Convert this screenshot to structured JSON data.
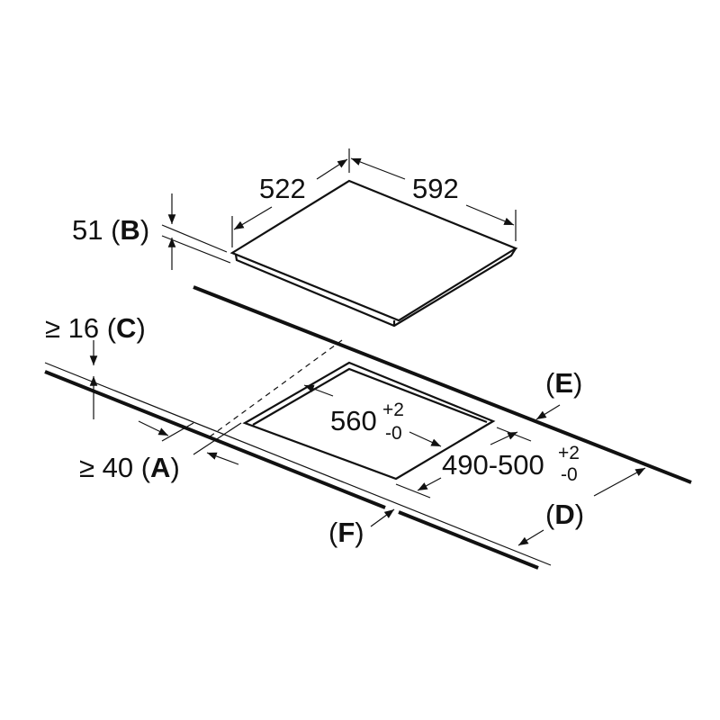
{
  "dimensions": {
    "hob_depth": "522",
    "hob_width": "592",
    "hob_height": "51",
    "label_b": "B",
    "min_worktop_thickness": "≥ 16",
    "label_c": "C",
    "min_front_distance": "≥ 40",
    "label_a": "A",
    "cutout_width": "560",
    "cutout_width_tol_plus": "+2",
    "cutout_width_tol_minus": "-0",
    "cutout_depth": "490-500",
    "cutout_depth_tol_plus": "+2",
    "cutout_depth_tol_minus": "-0",
    "label_e": "E",
    "label_d": "D",
    "label_f": "F"
  }
}
